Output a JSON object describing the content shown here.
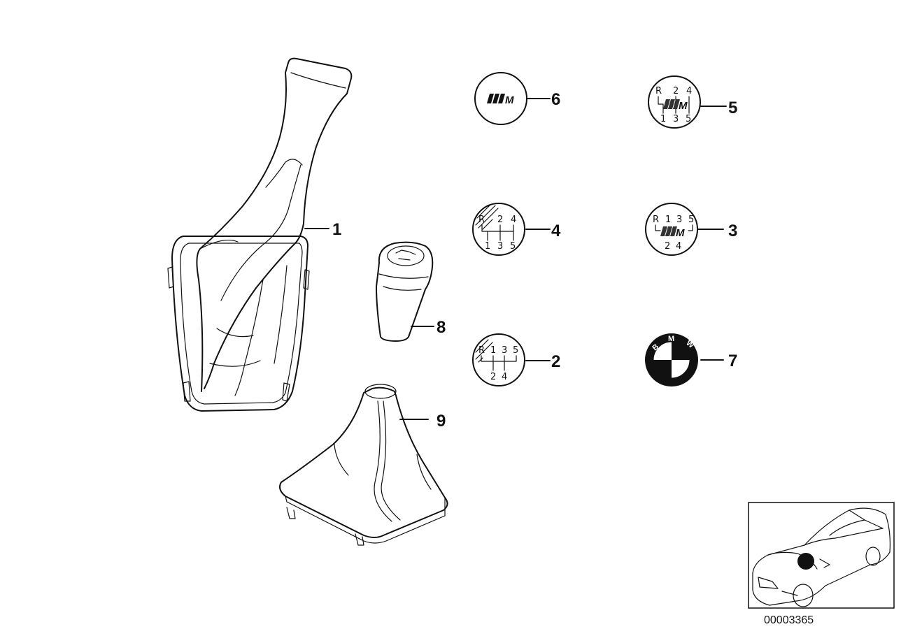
{
  "callouts": {
    "c1": "1",
    "c2": "2",
    "c3": "3",
    "c4": "4",
    "c5": "5",
    "c6": "6",
    "c7": "7",
    "c8": "8",
    "c9": "9"
  },
  "emblem_6": {
    "logo": "M"
  },
  "emblem_5": {
    "reverse": "R",
    "top": [
      "2",
      "4"
    ],
    "bottom": [
      "1",
      "3",
      "5"
    ],
    "logo": "M"
  },
  "emblem_4": {
    "reverse": "R",
    "top": [
      "2",
      "4"
    ],
    "bottom": [
      "1",
      "3",
      "5"
    ]
  },
  "emblem_3": {
    "reverse": "R",
    "top": [
      "1",
      "3",
      "5"
    ],
    "bottom": [
      "2",
      "4"
    ],
    "logo": "M"
  },
  "emblem_2": {
    "reverse": "R",
    "top": [
      "1",
      "3",
      "5"
    ],
    "bottom": [
      "2",
      "4"
    ]
  },
  "emblem_7": {
    "letters": [
      "B",
      "M",
      "W"
    ]
  },
  "diagram_number": "00003365",
  "colors": {
    "ink": "#111111",
    "paper": "#ffffff"
  }
}
